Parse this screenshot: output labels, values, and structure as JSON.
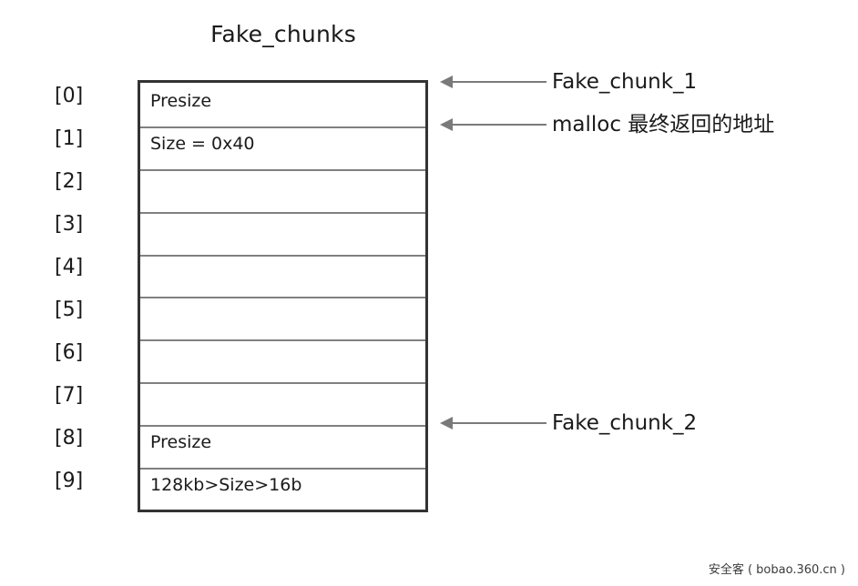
{
  "diagram": {
    "title": "Fake_chunks",
    "table": {
      "rows": [
        {
          "index": "[0]",
          "text": "Presize"
        },
        {
          "index": "[1]",
          "text": "Size = 0x40"
        },
        {
          "index": "[2]",
          "text": ""
        },
        {
          "index": "[3]",
          "text": ""
        },
        {
          "index": "[4]",
          "text": ""
        },
        {
          "index": "[5]",
          "text": ""
        },
        {
          "index": "[6]",
          "text": ""
        },
        {
          "index": "[7]",
          "text": ""
        },
        {
          "index": "[8]",
          "text": "Presize"
        },
        {
          "index": "[9]",
          "text": "128kb>Size>16b"
        }
      ]
    },
    "annotations": [
      {
        "label": "Fake_chunk_1",
        "target_row": 0
      },
      {
        "label": "malloc 最终返回的地址",
        "target_row": 1
      },
      {
        "label": "Fake_chunk_2",
        "target_row": 8
      }
    ],
    "colors": {
      "outer_border": "#333333",
      "inner_divider": "#808080",
      "arrow": "#7a7a7a",
      "text": "#1a1a1a",
      "background": "#ffffff"
    }
  },
  "watermark": {
    "text": "安全客 ( bobao.360.cn )"
  }
}
